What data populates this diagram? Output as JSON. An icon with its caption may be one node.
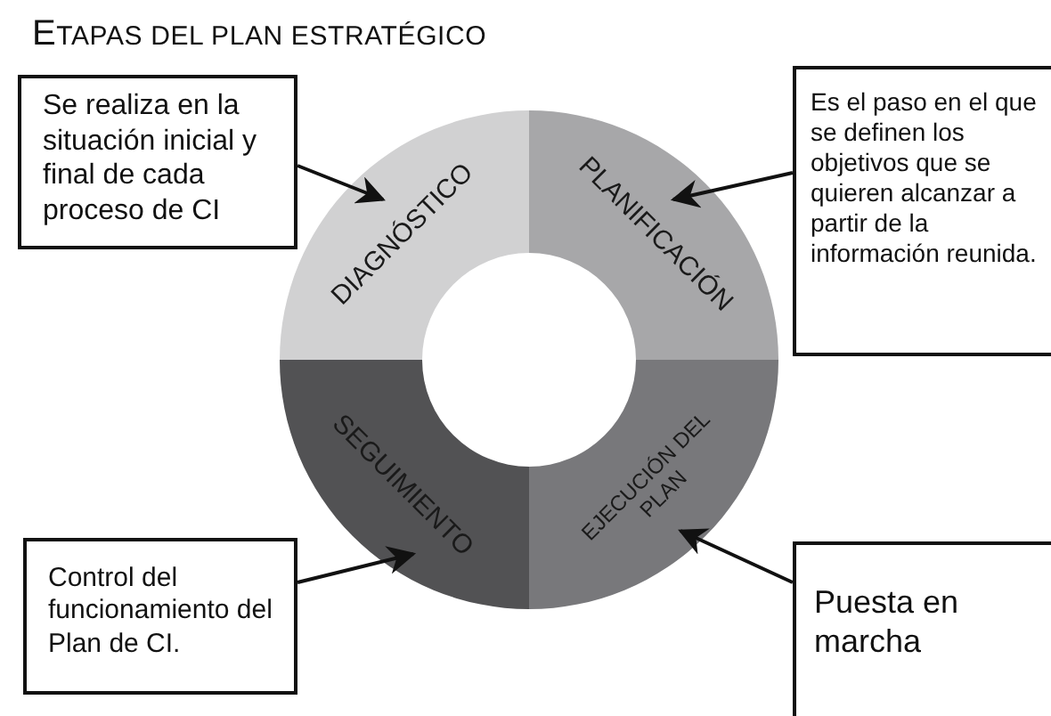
{
  "diagram": {
    "title": "ETAPAS DEL PLAN ESTRATÉGICO",
    "nodes": [
      {
        "text": [
          "Se realiza en la situación inicial y final de cada proceso de CI"
        ]
      },
      {
        "text": [
          "DIAGNÓSTICO"
        ]
      },
      {
        "text": [
          "PLANIFICACIÓN"
        ]
      },
      {
        "text": [
          "Es el paso en el que se definen los objetivos que se quieren alcanzar a partir de la información reunida."
        ]
      },
      {
        "text": [
          "SEGUIMIENTO"
        ]
      },
      {
        "text": [
          "EJECUCIÓN DEL PLAN"
        ]
      },
      {
        "text": [
          "Control del funcionamiento del Plan de CI."
        ]
      },
      {
        "text": [
          "Puesta en marcha"
        ]
      }
    ],
    "edges": [
      {
        "from": 0,
        "to": 1,
        "arrow": "to"
      },
      {
        "from": 3,
        "to": 2,
        "arrow": "to"
      },
      {
        "from": 6,
        "to": 4,
        "arrow": "to"
      },
      {
        "from": 7,
        "to": 5,
        "arrow": "to"
      }
    ]
  }
}
